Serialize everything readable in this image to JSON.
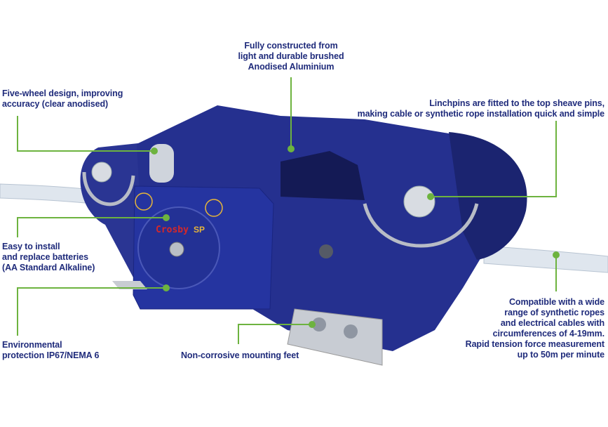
{
  "colors": {
    "text": "#1f2b7b",
    "leader": "#6db33f",
    "device": "#25308f",
    "rope": "#dfe6ee"
  },
  "device": {
    "brand_logo": "Crosby",
    "sub_logo": "SP"
  },
  "callouts": {
    "material": [
      "Fully constructed from",
      "light and durable brushed",
      "Anodised Aluminium"
    ],
    "wheels": [
      "Five-wheel design, improving",
      "accuracy (clear anodised)"
    ],
    "linchpins": [
      "Linchpins are fitted to the top sheave pins,",
      "making cable or synthetic rope installation quick and simple"
    ],
    "batteries": [
      "Easy to install",
      "and replace batteries",
      "(AA Standard Alkaline)"
    ],
    "protection": [
      "Environmental",
      "protection IP67/NEMA 6"
    ],
    "feet": [
      "Non-corrosive mounting feet"
    ],
    "compatibility": [
      "Compatible with a wide",
      "range of synthetic ropes",
      "and electrical cables with",
      "circumferences of 4-19mm.",
      "Rapid tension force measurement",
      "up to 50m per minute"
    ]
  }
}
